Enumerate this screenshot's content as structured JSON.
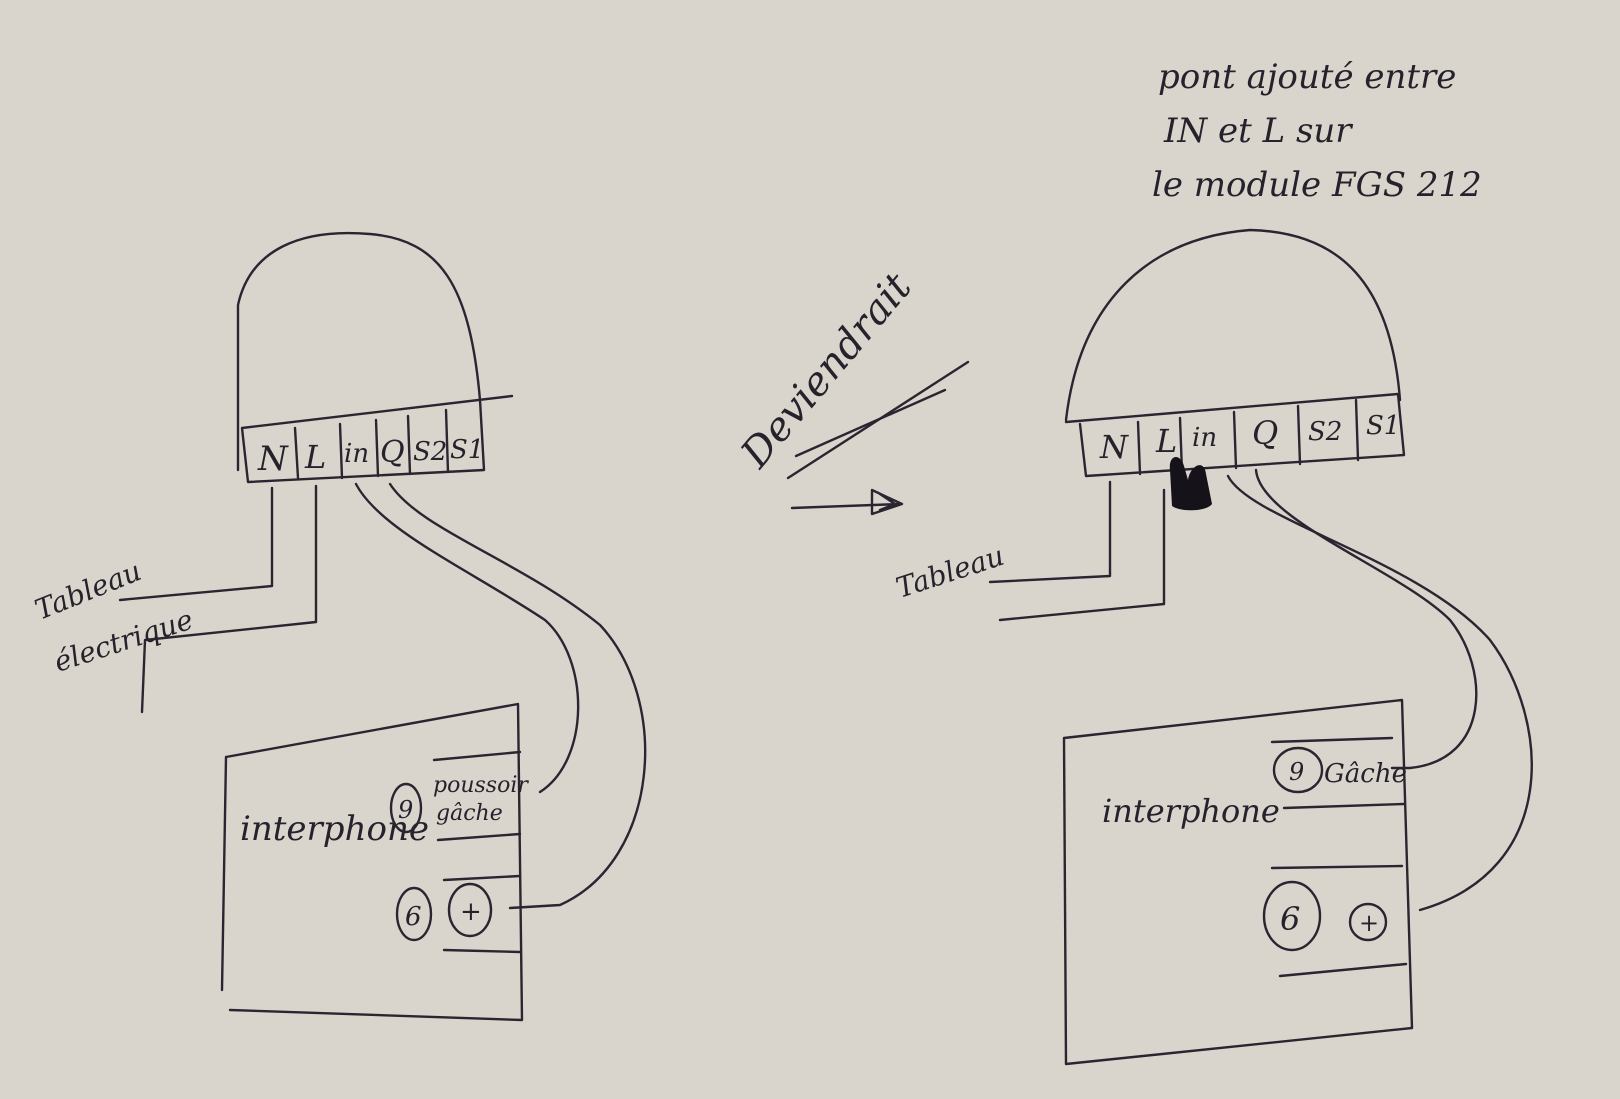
{
  "paper_color": "#d9d5cd",
  "ink_color": "#2a2530",
  "note": {
    "lines": [
      "pont ajouté entre",
      "IN et L sur",
      "le module FGS 212"
    ]
  },
  "arrow_label": "Deviendrait",
  "left": {
    "terminals": [
      "N",
      "L",
      "in",
      "Q",
      "S2",
      "S1"
    ],
    "source_label_line1": "Tableau",
    "source_label_line2": "électrique",
    "intercom_label": "interphone",
    "pin_9": "9",
    "pin_9_label_line1": "poussoir",
    "pin_9_label_line2": "gâche",
    "pin_6": "6",
    "pin_plus": "+"
  },
  "right": {
    "terminals": [
      "N",
      "L",
      "in",
      "Q",
      "S2",
      "S1"
    ],
    "source_label": "Tableau",
    "intercom_label": "interphone",
    "pin_9": "9",
    "pin_9_label": "Gâche",
    "pin_6": "6",
    "pin_plus": "+"
  }
}
